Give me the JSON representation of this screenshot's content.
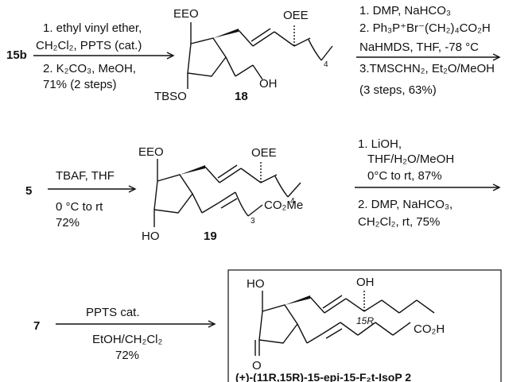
{
  "scheme": {
    "row1": {
      "start": "15b",
      "conditions_above": [
        "1. ethyl vinyl ether,",
        "CH₂Cl₂, PPTS (cat.)"
      ],
      "conditions_below": [
        "2. K₂CO₃, MeOH,",
        "71%  (2 steps)"
      ],
      "product": {
        "label": "18",
        "groups": {
          "ring_top": "EEO",
          "ring_bottom": "TBSO",
          "side_oh": "OH",
          "chain_oee": "OEE",
          "chain_sub": "4"
        }
      },
      "conditions2": [
        "1. DMP, NaHCO₃",
        "2. Ph₃P⁺Br⁻(CH₂)₄CO₂H",
        "NaHMDS, THF, -78 °C",
        "3.TMSCHN₂, Et₂O/MeOH",
        "(3 steps, 63%)"
      ]
    },
    "row2": {
      "start": "5",
      "conditions_above": [
        "TBAF, THF"
      ],
      "conditions_below": [
        "0 °C to rt",
        "72%"
      ],
      "product": {
        "label": "19",
        "groups": {
          "ring_top": "EEO",
          "ring_bottom": "HO",
          "chain_oee": "OEE",
          "chain_sub": "4",
          "ester": "CO₂Me",
          "ester_sub": "3"
        }
      },
      "conditions2": [
        "1. LiOH,",
        "THF/H₂O/MeOH",
        "0°C to rt, 87%",
        "2. DMP, NaHCO₃,",
        "CH₂Cl₂, rt, 75%"
      ]
    },
    "row3": {
      "start": "7",
      "conditions_above": [
        "PPTS cat."
      ],
      "conditions_below": [
        "EtOH/CH₂Cl₂",
        "72%"
      ],
      "product": {
        "groups": {
          "ring_top": "HO",
          "ketone": "O",
          "chain_oh": "OH",
          "stereo": "15R",
          "acid": "CO₂H"
        },
        "caption": "(+)-(11R,15R)-15-epi-15-F₂t-IsoP 2"
      }
    }
  }
}
